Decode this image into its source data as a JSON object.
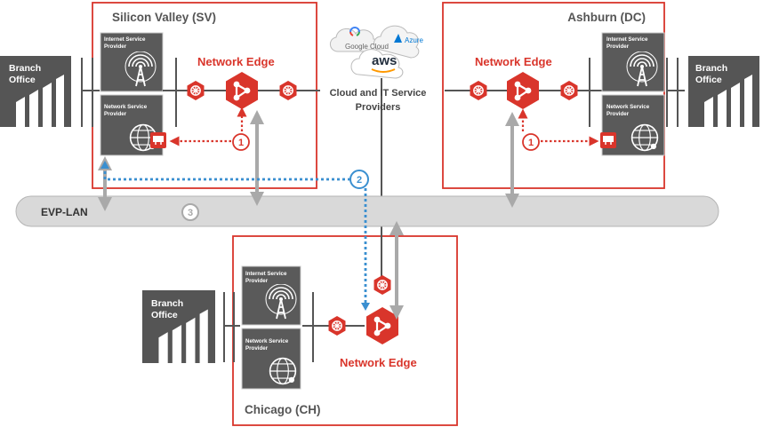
{
  "sites": {
    "sv": {
      "label": "Silicon Valley (SV)"
    },
    "dc": {
      "label": "Ashburn (DC)"
    },
    "ch": {
      "label": "Chicago (CH)"
    }
  },
  "network_edge_label": "Network Edge",
  "branch_office": {
    "line1": "Branch",
    "line2": "Office"
  },
  "isp": {
    "line1": "Internet Service",
    "line2": "Provider"
  },
  "nsp": {
    "line1": "Network Service",
    "line2": "Provider"
  },
  "cloud": {
    "line1": "Cloud and IT Service",
    "line2": "Providers",
    "google": "Google Cloud",
    "azure": "Azure",
    "aws": "aws"
  },
  "evp_lan": "EVP-LAN",
  "steps": {
    "one": "1",
    "two": "2",
    "three": "3"
  },
  "colors": {
    "red": "#d9352b",
    "gray_dark": "#6b6b6b",
    "blue": "#3a8fd0",
    "arrow_gray": "#a9a9a9"
  }
}
